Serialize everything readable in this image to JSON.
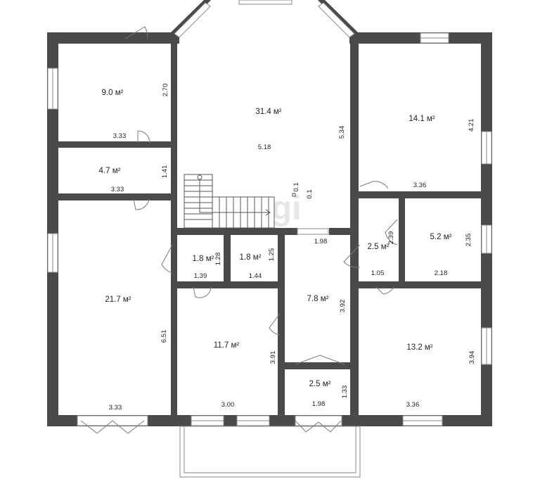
{
  "watermark": "domofond-like logo",
  "rooms": [
    {
      "id": "r1",
      "area": "9.0 м²",
      "dims": [
        "3.33",
        "2.70"
      ]
    },
    {
      "id": "r2",
      "area": "4.7 м²",
      "dims": [
        "3.33",
        "1.41"
      ]
    },
    {
      "id": "r3",
      "area": "21.7 м²",
      "dims": [
        "3.33",
        "6.51"
      ]
    },
    {
      "id": "r4",
      "area": "31.4 м²",
      "dims": [
        "5.18",
        "5.34"
      ]
    },
    {
      "id": "r5",
      "area": "1.8 м²",
      "dims": [
        "1.39",
        "1.28"
      ]
    },
    {
      "id": "r6",
      "area": "1.8 м²",
      "dims": [
        "1.44",
        "1.25"
      ]
    },
    {
      "id": "r7",
      "area": "11.7 м²",
      "dims": [
        "3.00",
        "3.91"
      ]
    },
    {
      "id": "r8",
      "area": "7.8 м²",
      "dims": [
        "1.98",
        "3.92"
      ]
    },
    {
      "id": "r9",
      "area": "2.5 м²",
      "dims": [
        "1.98",
        "1.33"
      ]
    },
    {
      "id": "r10",
      "area": "14.1 м²",
      "dims": [
        "3.36",
        "4.21"
      ]
    },
    {
      "id": "r11",
      "area": "2.5 м²",
      "dims": [
        "1.05",
        "2.39"
      ]
    },
    {
      "id": "r12",
      "area": "5.2 м²",
      "dims": [
        "2.18",
        "2.35"
      ]
    },
    {
      "id": "r13",
      "area": "13.2 м²",
      "dims": [
        "3.36",
        "3.94"
      ]
    }
  ],
  "small_marks": [
    "0.1",
    "0.1"
  ],
  "colors": {
    "wall": "#4a4a4c",
    "background": "#ffffff"
  }
}
